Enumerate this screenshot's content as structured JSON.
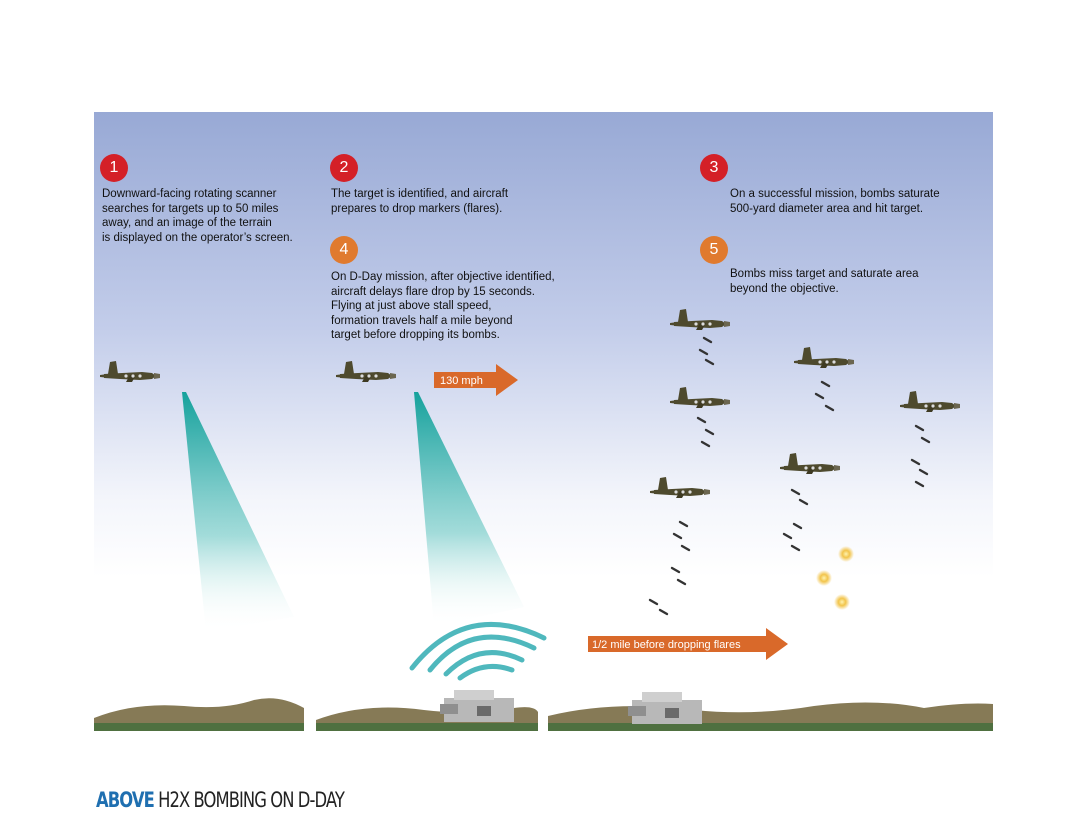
{
  "steps": [
    {
      "number": "1",
      "color": "#d42027",
      "lines": [
        "Downward-facing rotating scanner",
        "searches for targets up to 50 miles",
        "away, and an image of the terrain",
        "is displayed on the operator’s screen."
      ]
    },
    {
      "number": "2",
      "color": "#d42027",
      "lines": [
        "The target is identified, and aircraft",
        "prepares to drop markers (flares)."
      ]
    },
    {
      "number": "3",
      "color": "#d42027",
      "lines": [
        "On a successful mission, bombs saturate",
        "500-yard diameter area and hit target."
      ]
    },
    {
      "number": "4",
      "color": "#e07a2e",
      "lines": [
        "On D-Day mission, after objective identified,",
        "aircraft delays flare drop by 15 seconds.",
        "Flying at just above stall speed,",
        "formation travels half a mile beyond",
        "target before dropping its bombs."
      ]
    },
    {
      "number": "5",
      "color": "#e07a2e",
      "lines": [
        "Bombs miss target and saturate area",
        "beyond the objective."
      ]
    }
  ],
  "arrows": {
    "speed_label": "130 mph",
    "distance_label": "1/2 mile before dropping flares",
    "color": "#d9692a"
  },
  "caption": {
    "lead": "ABOVE",
    "rest": "H2X BOMBING ON D-DAY",
    "lead_color": "#1f6fb0"
  },
  "colors": {
    "sky_top": "#9aaad6",
    "scan_beam": "#1fa8a2",
    "signal": "#4fb8bd",
    "hills": "#867a56",
    "ground": "#4f7040",
    "aircraft": "#4e4a2e",
    "flare": "#f2c44b"
  }
}
